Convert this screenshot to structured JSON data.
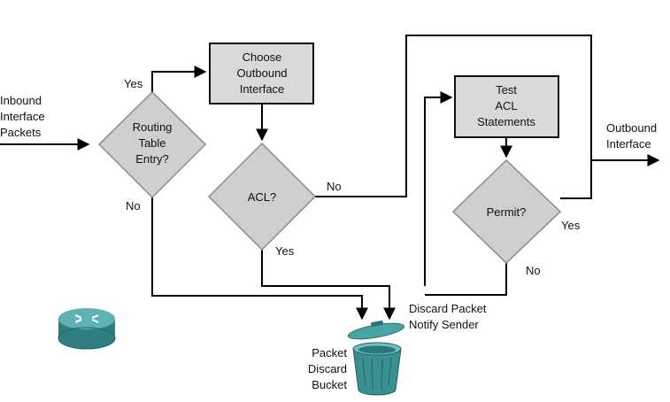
{
  "colors": {
    "node_fill": "#d9d9d9",
    "line": "#000000",
    "router": "#3c8d8f",
    "bucket": "#3a8f90"
  },
  "input": {
    "line1": "Inbound",
    "line2": "Interface",
    "line3": "Packets"
  },
  "nodes": {
    "routing": {
      "line1": "Routing",
      "line2": "Table",
      "line3": "Entry?"
    },
    "choose": {
      "line1": "Choose",
      "line2": "Outbound",
      "line3": "Interface"
    },
    "acl": {
      "label": "ACL?"
    },
    "test": {
      "line1": "Test",
      "line2": "ACL",
      "line3": "Statements"
    },
    "permit": {
      "label": "Permit?"
    }
  },
  "edges": {
    "routing_yes": "Yes",
    "routing_no": "No",
    "acl_no": "No",
    "acl_yes": "Yes",
    "permit_yes": "Yes",
    "permit_no": "No"
  },
  "output": {
    "line1": "Outbound",
    "line2": "Interface"
  },
  "discard": {
    "line1": "Discard Packet",
    "line2": "Notify Sender"
  },
  "bucket": {
    "line1": "Packet",
    "line2": "Discard",
    "line3": "Bucket"
  },
  "icons": {
    "router": "router-icon",
    "bucket": "trash-bucket-icon"
  }
}
